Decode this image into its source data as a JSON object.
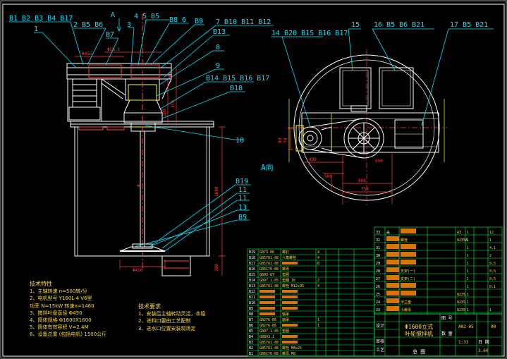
{
  "colors": {
    "background": "#000000",
    "frame": "#ffffff",
    "leader": "#00e5ff",
    "outline": "#ffffff",
    "dimension": "#ff4040",
    "hidden": "#ffff00",
    "table_line": "#00ff40",
    "table_fill": "#ff8a00",
    "notes": "#ffdf3b"
  },
  "front_view": {
    "callouts": {
      "c1": "B1 B2 B3 B4 B17",
      "c2": "1",
      "c3": "2 B5 B6",
      "c4": "B7",
      "c5": "A",
      "c6": "3",
      "c7": "4  5 B5",
      "c8": "B8  6",
      "c9": "B9",
      "c10": "7 B10 B11 B12",
      "c11": "B13",
      "c12": "8",
      "c13": "9",
      "c14": "B14 B15 B16 B17",
      "c15": "B18",
      "c16": "10",
      "c17": "B19",
      "c18": "11",
      "c19": "11",
      "c20": "13",
      "c21": "B5"
    },
    "dims": {
      "top_a": "Φ455",
      "top_b": "Φ58 5",
      "height_a": "200",
      "height_b": "370",
      "height_c": "100",
      "height_d": "1600",
      "height_e": "300",
      "bottom": "Φ450",
      "cl_label": "Φ"
    }
  },
  "side_view": {
    "callouts": {
      "c1": "14 B20 B15 B16 B17",
      "c2": "15",
      "c3": "16 B5 B6  B21",
      "c4": "17 B5 B21"
    },
    "view_label": "A向",
    "dims": {
      "d1": "800",
      "d2": "750",
      "d3": "950",
      "d4": "500",
      "d5": "490",
      "d6": "99",
      "d7": "70"
    }
  },
  "tech_specs": {
    "title": "技术特性",
    "lines": [
      "1、主轴转速 n=500转/分",
      "2、电机型号 Y160L-4 V6型",
      "   功率 N=15kW 转速n=1460",
      "3、搅拌叶盘直径 Φ450",
      "4、筒体规格 Φ1600X1600",
      "5、筒体有效容积 V=2.4M",
      "6、设备总重 (包括电机)  1500公斤"
    ]
  },
  "tech_requirements": {
    "title": "技术要求",
    "lines": [
      "1、安装后主轴转动灵活，本稳",
      "2、进料口要由工艺配制",
      "3、进水口位置安装现场定"
    ]
  },
  "title_block": {
    "name": "Φ1600立式",
    "name2": "叶轮搅拌机",
    "drawing_no": "A02-05",
    "sheet": "00",
    "scale": "1:33",
    "weight": "3.60",
    "label_draw": "设计",
    "label_check": "审核",
    "label_process": "工艺",
    "label_drawing": "总 图",
    "label_no": "图 号",
    "label_qty": "数 量",
    "label_date": "日 期"
  },
  "bom_right": {
    "rows": [
      [
        "33",
        "盖",
        "",
        "",
        "A3",
        "1",
        "",
        "12",
        ""
      ],
      [
        "32",
        "",
        "螺栓",
        "",
        "Q235A",
        "1",
        "",
        "1",
        ""
      ],
      [
        "31",
        "",
        "",
        "",
        "",
        "1",
        "",
        "4.1",
        ""
      ],
      [
        "30",
        "",
        "",
        "",
        "",
        "1",
        "",
        "2",
        ""
      ],
      [
        "29",
        "",
        "",
        "",
        "",
        "1",
        "",
        "0.5",
        ""
      ],
      [
        "28",
        "",
        "支架(一)",
        "",
        "",
        "1",
        "",
        "0.5",
        ""
      ],
      [
        "27",
        "",
        "支架(二)",
        "",
        "",
        "1",
        "",
        "0.5",
        ""
      ],
      [
        "26",
        "",
        "",
        "",
        "",
        "1",
        "",
        "0.1",
        ""
      ],
      [
        "25",
        "",
        "",
        "",
        "Q235",
        "1",
        "",
        "",
        ""
      ],
      [
        "24",
        "",
        "法兰盘",
        "",
        "Q235",
        "1",
        "",
        "",
        ""
      ],
      [
        "23",
        "",
        "小螺母",
        "",
        "Q235",
        "1",
        "",
        "1",
        ""
      ]
    ]
  },
  "bom_left": {
    "rows": [
      [
        "B19",
        "GB73-86",
        "螺钉",
        "4",
        "",
        ""
      ],
      [
        "B18",
        "GB5781-86",
        "六角螺栓",
        "4",
        "",
        ""
      ],
      [
        "B17",
        "GB5781-86",
        "",
        "8",
        "",
        ""
      ],
      [
        "B16",
        "GB6170-86",
        "螺母",
        "",
        "",
        ""
      ],
      [
        "B15",
        "GB93-87",
        "垫圈",
        "",
        "",
        ""
      ],
      [
        "B14",
        "GB97.1-85",
        "垫圈 16",
        "2",
        "",
        ""
      ],
      [
        "B13",
        "GB5781-86",
        "螺栓 M12x35",
        "4",
        "",
        ""
      ],
      [
        "B12",
        "",
        "",
        "",
        "",
        ""
      ],
      [
        "B11",
        "",
        "",
        "",
        "",
        ""
      ],
      [
        "B10",
        "",
        "",
        "",
        "",
        ""
      ],
      [
        "B9",
        "",
        "",
        "",
        "",
        ""
      ],
      [
        "B8",
        "",
        "轴承",
        "",
        "",
        ""
      ],
      [
        "B7",
        "GB276-86",
        "轴承",
        "1",
        "",
        ""
      ],
      [
        "B6",
        "GB276-86",
        "",
        "1",
        "",
        ""
      ],
      [
        "B5",
        "GB97.1-85",
        "垫圈",
        "",
        "",
        ""
      ],
      [
        "B4",
        "GB893.1",
        "",
        "",
        "",
        ""
      ],
      [
        "B3",
        "GB5781-86",
        "",
        "",
        "",
        ""
      ],
      [
        "B2",
        "GB5781-86",
        "螺栓 M8x25",
        "",
        "",
        ""
      ],
      [
        "B1",
        "GB6170-86",
        "螺母 M8",
        "",
        "",
        ""
      ]
    ]
  }
}
